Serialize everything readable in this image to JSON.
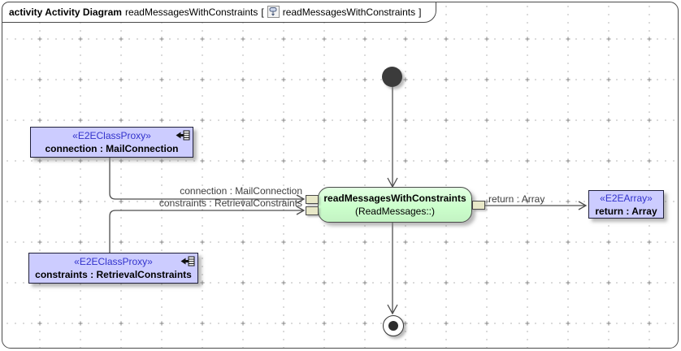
{
  "frame": {
    "title_bold": "activity Activity Diagram",
    "diagram_name": "readMessagesWithConstraints",
    "bracket_open": "[",
    "content_name": "readMessagesWithConstraints",
    "bracket_close": "]"
  },
  "nodes": {
    "action": {
      "name": "readMessagesWithConstraints",
      "qualifier": "(ReadMessages::)"
    },
    "connection_proxy": {
      "stereotype": "«E2EClassProxy»",
      "label": "connection : MailConnection"
    },
    "constraints_proxy": {
      "stereotype": "«E2EClassProxy»",
      "label": "constraints : RetrievalConstraints"
    },
    "return_array": {
      "stereotype": "«E2EArray»",
      "label": "return : Array"
    }
  },
  "edges": {
    "connection_label": "connection : MailConnection",
    "constraints_label": "constraints : RetrievalConstraints",
    "return_label": "return : Array"
  },
  "colors": {
    "action_fill": "#ccffcc",
    "proxy_fill": "#ccccff",
    "stereotype_text": "#3333cc",
    "pin_fill": "#e8e8c8",
    "edge": "#4d4d4d"
  }
}
